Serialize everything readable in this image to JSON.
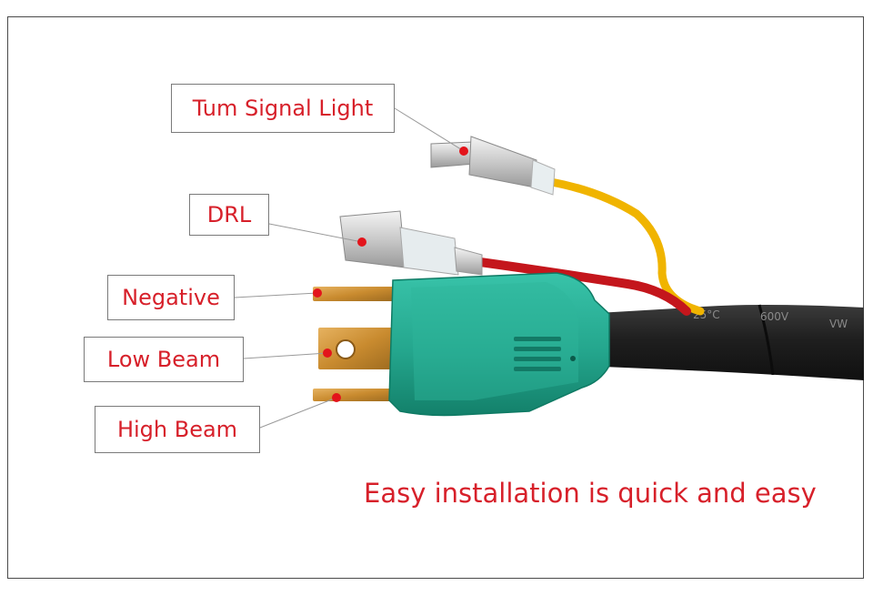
{
  "labels": {
    "turn_signal": "Tum Signal Light",
    "drl": "DRL",
    "negative": "Negative",
    "low_beam": "Low Beam",
    "high_beam": "High Beam"
  },
  "caption": "Easy installation is quick and easy",
  "cable_markings": {
    "text_1": "25°C",
    "text_2": "600V",
    "text_3": "VW"
  },
  "colors": {
    "label_text": "#d7202a",
    "label_border": "#7a7a7a",
    "connector_teal": "#25a88f",
    "cable_black": "#1c1c1c",
    "wire_red": "#c4161c",
    "wire_yellow": "#f0b400",
    "terminal_brass": "#c98b2f",
    "pointer_dot": "#e3141b"
  },
  "icons": {
    "pointer": "red-dot-marker"
  }
}
